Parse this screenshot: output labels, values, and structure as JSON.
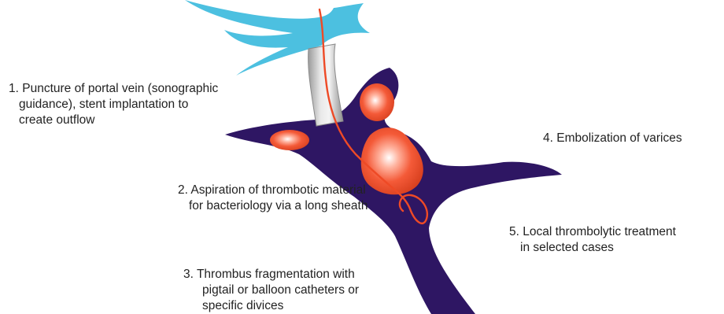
{
  "steps": [
    {
      "number": "1.",
      "lines": [
        "Puncture of portal vein (sonographic",
        "guidance), stent  implantation to",
        "create outflow"
      ]
    },
    {
      "number": "2.",
      "lines": [
        "Aspiration of thrombotic material",
        "for bacteriology via a long sheath"
      ]
    },
    {
      "number": "3.",
      "lines": [
        "Thrombus fragmentation with",
        "pigtail or balloon catheters or",
        "specific divices"
      ]
    },
    {
      "number": "4.",
      "lines": [
        "Embolization of varices"
      ]
    },
    {
      "number": "5.",
      "lines": [
        "Local thrombolytic  treatment",
        "in selected cases"
      ]
    }
  ],
  "colors": {
    "hepatic_vein": "#4cc0e0",
    "portal_vein": "#2e1663",
    "thrombus": "#f0583a",
    "catheter": "#ee4a26",
    "stent": "#b8b8b8",
    "text": "#222222"
  }
}
